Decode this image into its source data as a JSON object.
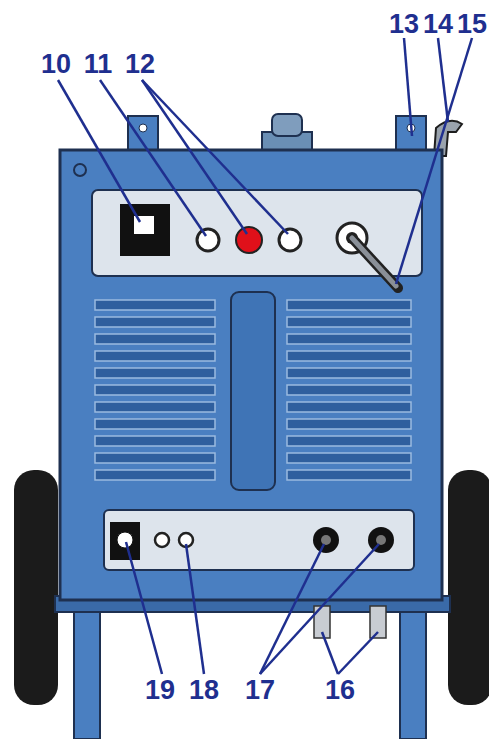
{
  "diagram": {
    "labels": [
      "10",
      "11",
      "12",
      "13",
      "14",
      "15",
      "19",
      "18",
      "17",
      "16"
    ]
  }
}
